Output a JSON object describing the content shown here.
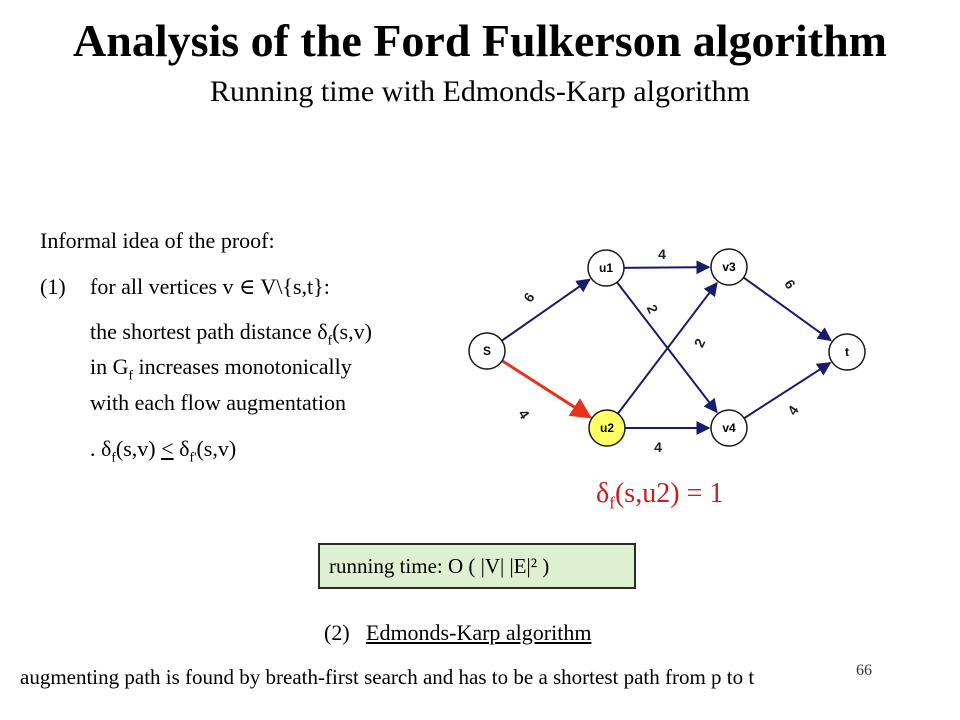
{
  "title": "Analysis of the Ford Fulkerson algorithm",
  "subtitle": "Running time with Edmonds-Karp algorithm",
  "proof": {
    "intro": "Informal idea of the proof:",
    "item1_number": "(1)",
    "item1_text": "for all vertices v ∈ V\\{s,t}:",
    "item1_para": {
      "l1_pre": "the shortest path distance δ",
      "l1_sub": "f",
      "l1_post": "(s,v)",
      "l2_pre": "in G",
      "l2_sub": "f",
      "l2_post": " increases monotonically",
      "l3": "with each flow augmentation"
    },
    "inequality": {
      "a_pre": ". δ",
      "a_sub": "f",
      "a_post": "(s,v) ",
      "op": "<",
      "b_pre": " δ",
      "b_sub": "f'",
      "b_post": "(s,v)"
    }
  },
  "graph": {
    "nodes": [
      {
        "id": "s",
        "label": "S",
        "color": "#ffffff"
      },
      {
        "id": "u1",
        "label": "u1",
        "color": "#ffffff"
      },
      {
        "id": "u2",
        "label": "u2",
        "color": "#ffff66"
      },
      {
        "id": "v3",
        "label": "v3",
        "color": "#ffffff"
      },
      {
        "id": "v4",
        "label": "v4",
        "color": "#ffffff"
      },
      {
        "id": "t",
        "label": "t",
        "color": "#ffffff"
      }
    ],
    "edges": [
      {
        "from": "s",
        "to": "u1",
        "capacity": "6",
        "highlight": false
      },
      {
        "from": "s",
        "to": "u2",
        "capacity": "4",
        "highlight": true
      },
      {
        "from": "u1",
        "to": "v3",
        "capacity": "4",
        "highlight": false
      },
      {
        "from": "u1",
        "to": "v4",
        "capacity": "2",
        "highlight": false
      },
      {
        "from": "u2",
        "to": "v3",
        "capacity": "2",
        "highlight": false
      },
      {
        "from": "u2",
        "to": "v4",
        "capacity": "4",
        "highlight": false
      },
      {
        "from": "v3",
        "to": "t",
        "capacity": "6",
        "highlight": false
      },
      {
        "from": "v4",
        "to": "t",
        "capacity": "4",
        "highlight": false
      }
    ],
    "highlight_color": "#e8321e",
    "edge_color": "#1a1a6e"
  },
  "result": {
    "pre": "δ",
    "sub": "f",
    "post": "(s,u2)  = 1"
  },
  "running_time": "running time: O ( |V| |E|² )",
  "item2": {
    "number": "(2)",
    "text": "Edmonds-Karp algorithm"
  },
  "footer": "augmenting path is found by breath-first search and has to be a shortest path from p to t",
  "page_number": "66"
}
